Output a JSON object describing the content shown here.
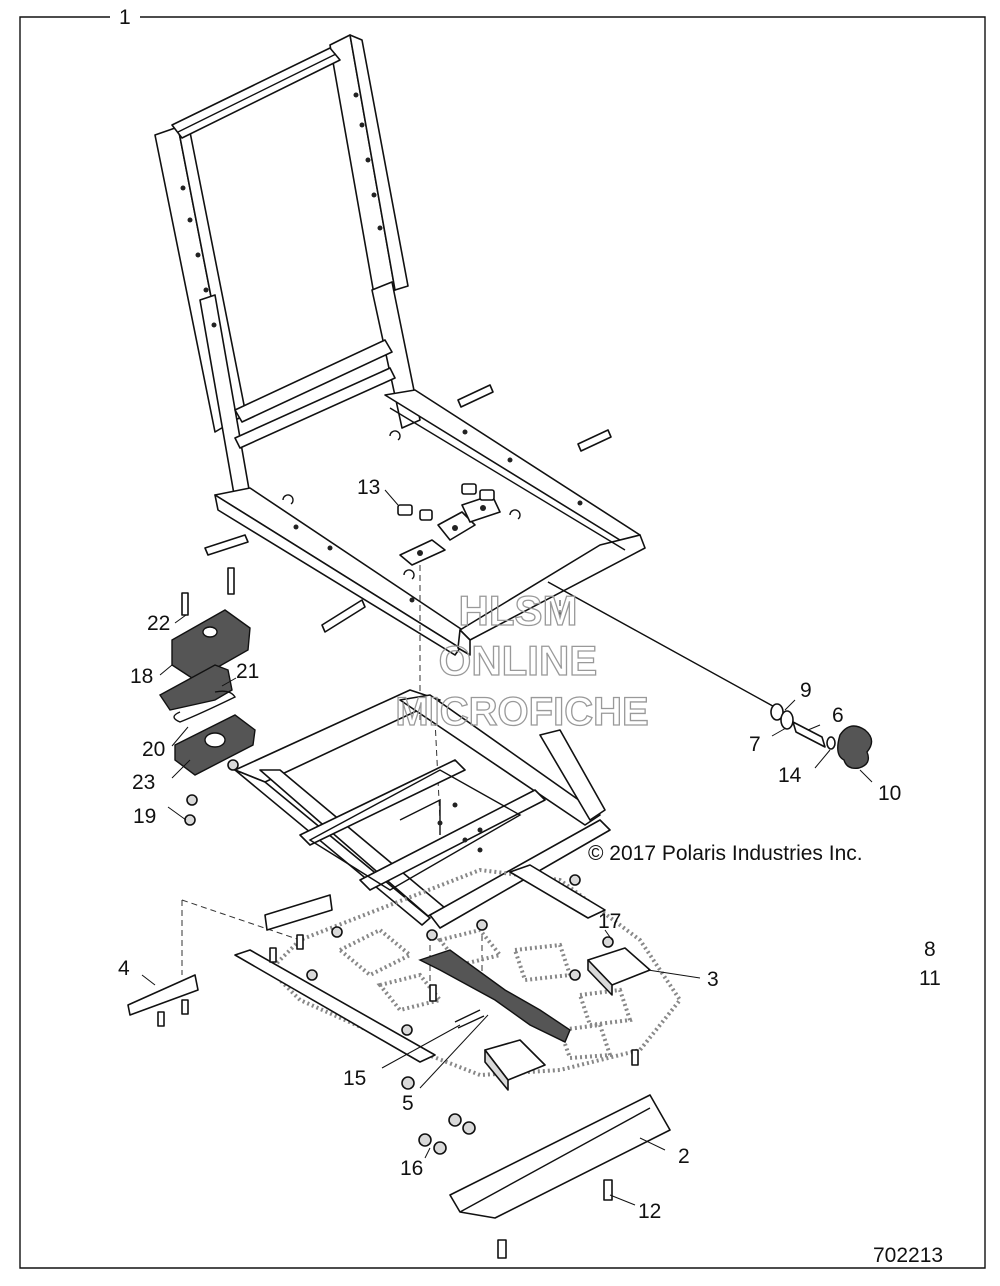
{
  "callouts": {
    "c1": "1",
    "c2": "2",
    "c3": "3",
    "c4": "4",
    "c5": "5",
    "c6": "6",
    "c7": "7",
    "c8": "8",
    "c9": "9",
    "c10": "10",
    "c11": "11",
    "c12": "12",
    "c13": "13",
    "c14": "14",
    "c15": "15",
    "c16": "16",
    "c17": "17",
    "c18": "18",
    "c19": "19",
    "c20": "20",
    "c21": "21",
    "c22": "22",
    "c23": "23"
  },
  "watermark": {
    "line1": "HLSM",
    "line2": "ONLINE",
    "line3": "MICROFICHE"
  },
  "copyright": "© 2017 Polaris Industries Inc.",
  "diagram_number": "702213"
}
